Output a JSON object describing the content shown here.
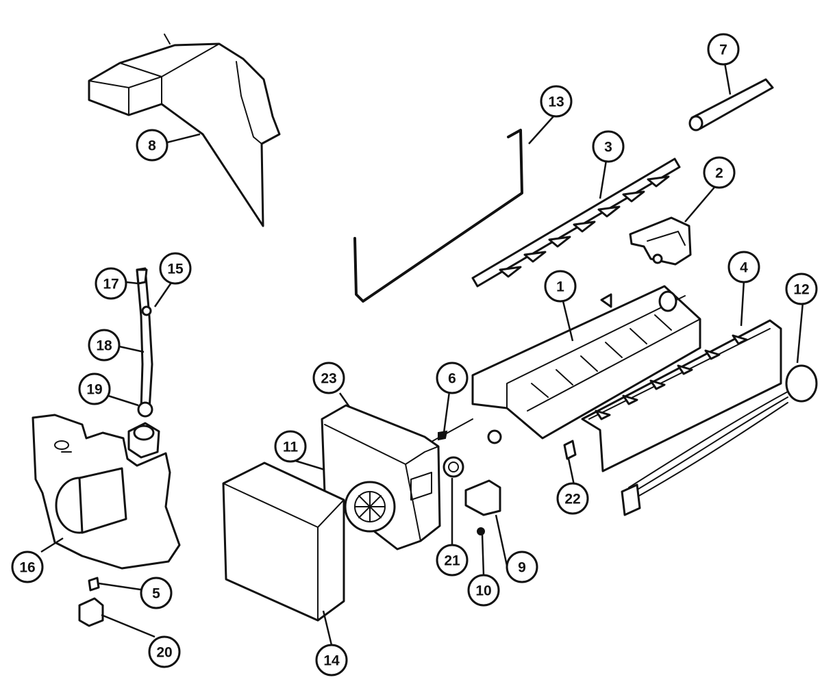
{
  "diagram": {
    "colors": {
      "ink": "#111111",
      "paper": "#ffffff"
    },
    "callouts": [
      {
        "id": "c1",
        "label": "1"
      },
      {
        "id": "c2",
        "label": "2"
      },
      {
        "id": "c3",
        "label": "3"
      },
      {
        "id": "c4",
        "label": "4"
      },
      {
        "id": "c5",
        "label": "5"
      },
      {
        "id": "c6",
        "label": "6"
      },
      {
        "id": "c7",
        "label": "7"
      },
      {
        "id": "c8",
        "label": "8"
      },
      {
        "id": "c9",
        "label": "9"
      },
      {
        "id": "c10",
        "label": "10"
      },
      {
        "id": "c11",
        "label": "11"
      },
      {
        "id": "c12",
        "label": "12"
      },
      {
        "id": "c13",
        "label": "13"
      },
      {
        "id": "c14",
        "label": "14"
      },
      {
        "id": "c15",
        "label": "15"
      },
      {
        "id": "c16",
        "label": "16"
      },
      {
        "id": "c17",
        "label": "17"
      },
      {
        "id": "c18",
        "label": "18"
      },
      {
        "id": "c19",
        "label": "19"
      },
      {
        "id": "c20",
        "label": "20"
      },
      {
        "id": "c21",
        "label": "21"
      },
      {
        "id": "c22",
        "label": "22"
      },
      {
        "id": "c23",
        "label": "23"
      }
    ]
  }
}
